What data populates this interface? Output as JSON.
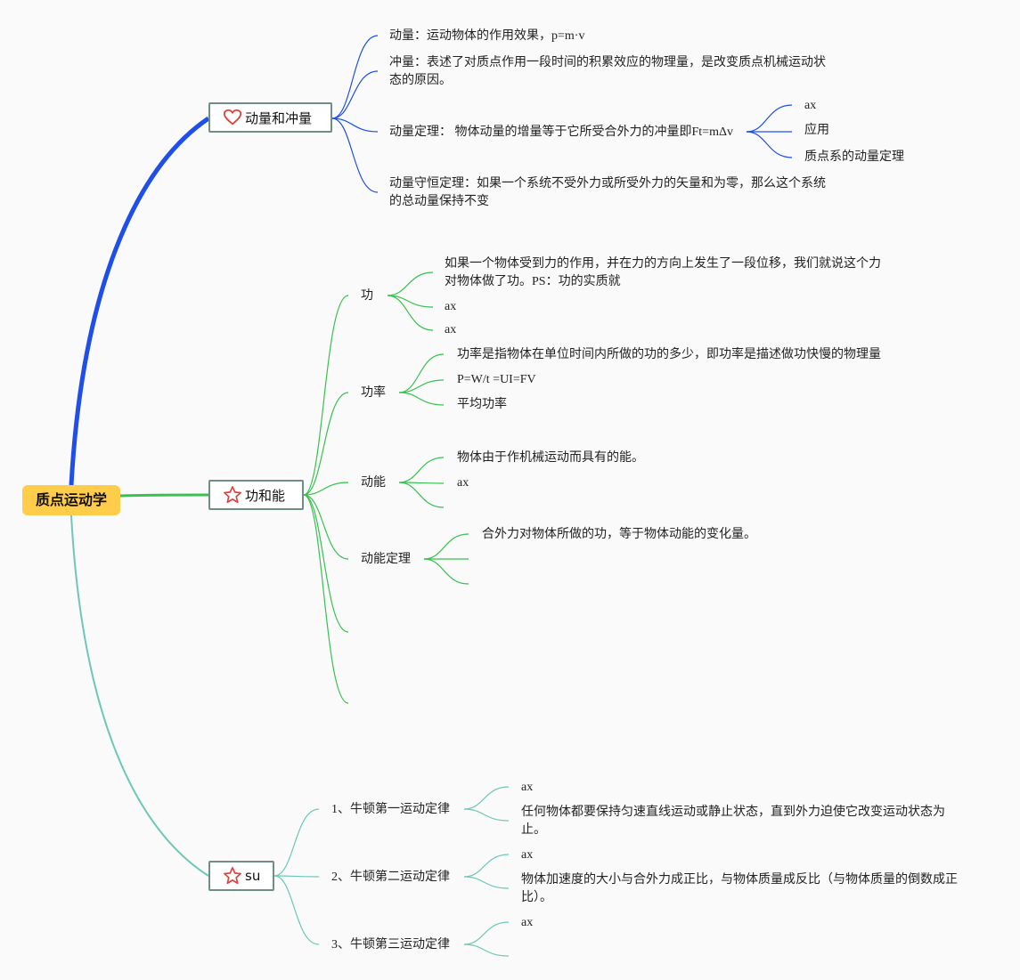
{
  "root": {
    "label": "质点运动学"
  },
  "colors": {
    "blue": "#1f4fe8",
    "green": "#36c24f",
    "teal": "#6ec8b6",
    "icon": "#e0413a"
  },
  "branches": [
    {
      "id": "momentum",
      "label": "动量和冲量",
      "icon": "heart-icon",
      "items": [
        {
          "text": "动量：运动物体的作用效果，p=m·v"
        },
        {
          "text": "冲量：表述了对质点作用一段时间的积累效应的物理量，是改变质点机械运动状态的原因。"
        },
        {
          "text": "动量定理： 物体动量的增量等于它所受合外力的冲量即Ft=mΔv",
          "children": [
            "ax",
            "应用",
            "质点系的动量定理"
          ]
        },
        {
          "text": "动量守恒定理：如果一个系统不受外力或所受外力的矢量和为零，那么这个系统的总动量保持不变"
        }
      ]
    },
    {
      "id": "work",
      "label": "功和能",
      "icon": "star-icon",
      "items": [
        {
          "text": "功",
          "children": [
            "如果一个物体受到力的作用，并在力的方向上发生了一段位移，我们就说这个力对物体做了功。PS：功的实质就",
            "ax",
            "ax"
          ]
        },
        {
          "text": "功率",
          "children": [
            "功率是指物体在单位时间内所做的功的多少，即功率是描述做功快慢的物理量",
            "P=W/t =UI=FV",
            "平均功率"
          ]
        },
        {
          "text": "动能",
          "children": [
            "物体由于作机械运动而具有的能。",
            "ax",
            ""
          ]
        },
        {
          "text": "动能定理",
          "children": [
            "合外力对物体所做的功，等于物体动能的变化量。",
            "",
            ""
          ]
        },
        {
          "text": ""
        },
        {
          "text": ""
        }
      ]
    },
    {
      "id": "newton",
      "label": "su",
      "icon": "star-icon",
      "items": [
        {
          "text": "1、牛顿第一运动定律",
          "children": [
            "ax",
            "任何物体都要保持匀速直线运动或静止状态，直到外力迫使它改变运动状态为止。"
          ]
        },
        {
          "text": "2、牛顿第二运动定律",
          "children": [
            "ax",
            "物体加速度的大小与合外力成正比，与物体质量成反比（与物体质量的倒数成正比）。"
          ]
        },
        {
          "text": "3、牛顿第三运动定律",
          "children": [
            "ax",
            ""
          ]
        }
      ]
    }
  ]
}
